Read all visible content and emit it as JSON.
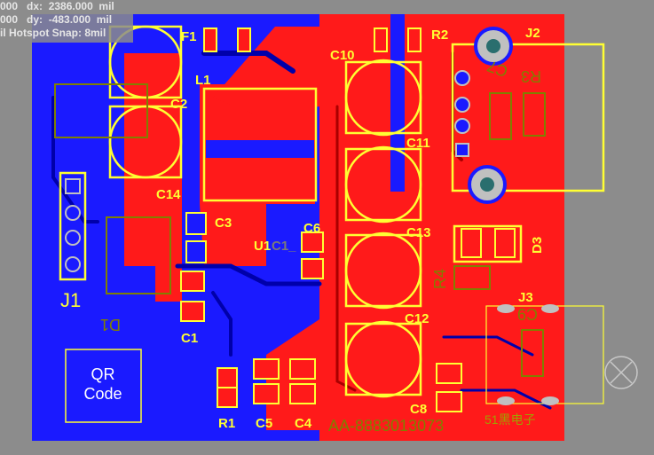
{
  "readout": {
    "line1": "000   dx:  2386.000  mil",
    "line2": "000   dy:  -483.000  mil",
    "line3": "il Hotspot Snap: 8mil"
  },
  "designators": {
    "F1": "F1",
    "L1": "L1",
    "C2": "C2",
    "C14": "C14",
    "C3": "C3",
    "C6": "C6",
    "U1": "U1",
    "U1C1": "C1_",
    "C1": "C1",
    "R1": "R1",
    "C5": "C5",
    "C4": "C4",
    "C10": "C10",
    "C11": "C11",
    "C13": "C13",
    "C12": "C12",
    "C8": "C8",
    "R2": "R2",
    "J2": "J2",
    "J3": "J3",
    "D3": "D3",
    "J1": "J1",
    "D1": "D1",
    "R3": "R3",
    "C7": "C7",
    "R4": "R4",
    "C9": "C9"
  },
  "qr_code_label_line1": "QR",
  "qr_code_label_line2": "Code",
  "board_serial": "AA-8883013073",
  "brand_text": "51黑电子",
  "colors": {
    "background": "#8c8c8c",
    "bottom_copper": "#1a1aff",
    "top_copper": "#ff1a1a",
    "silkscreen": "#ffff33",
    "overlay": "#808000",
    "pad": "#c0c0c0"
  }
}
